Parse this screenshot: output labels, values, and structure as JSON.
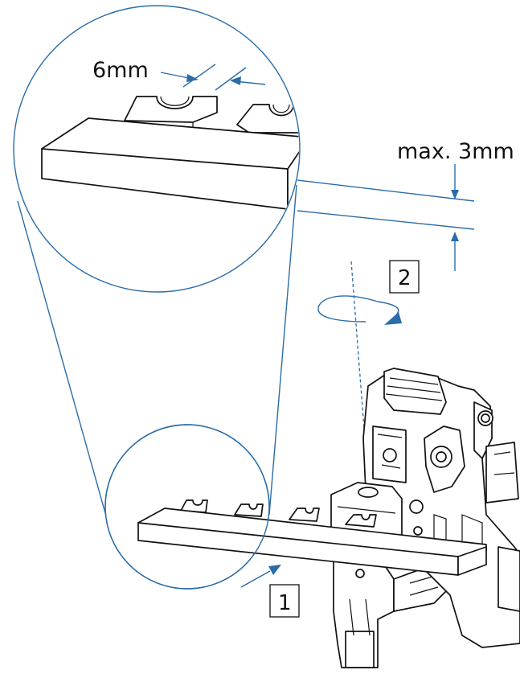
{
  "labels": {
    "gap_width": "6mm",
    "max_offset": "max. 3mm",
    "step_1": "1",
    "step_2": "2"
  },
  "colors": {
    "callout_blue": "#2a6ca8",
    "outline_black": "#111111",
    "background": "#ffffff"
  }
}
